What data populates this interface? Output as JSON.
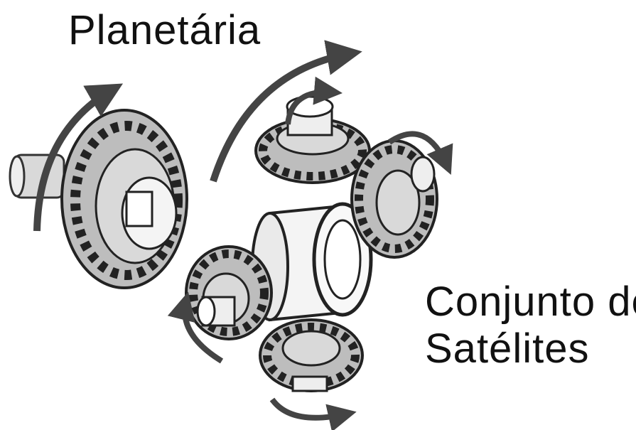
{
  "labels": {
    "planetaria": "Planetária",
    "satellites_line1": "Conjunto de",
    "satellites_line2": "Satélites"
  },
  "colors": {
    "ink": "#111111",
    "arrow": "#444444",
    "gear_fill": "#bdbdbd",
    "gear_light": "#d9d9d9",
    "background": "#ffffff"
  },
  "icons": {
    "rotation_arrow": "curved-arrow-icon",
    "gear": "bevel-gear-icon"
  }
}
